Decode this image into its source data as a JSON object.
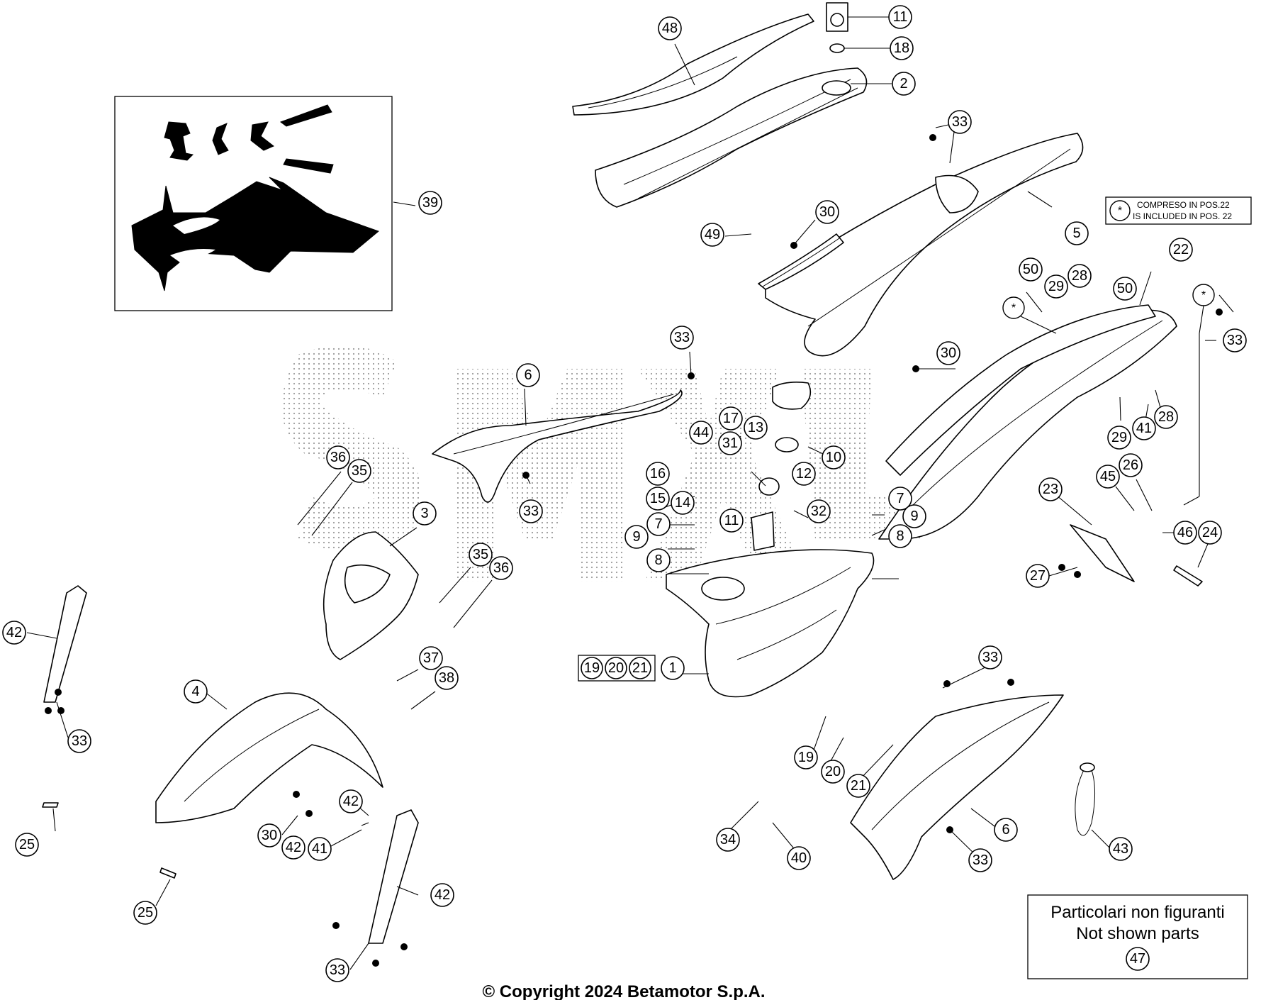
{
  "copyright": "© Copyright 2024 Betamotor S.p.A.",
  "note": {
    "symbol": "*",
    "line1": "COMPRESO IN POS.22",
    "line2": "IS INCLUDED IN POS. 22"
  },
  "not_shown": {
    "line1": "Particolari non figuranti",
    "line2": "Not shown parts",
    "ref": "47"
  },
  "callouts": {
    "c11a": "11",
    "c18": "18",
    "c2": "2",
    "c48": "48",
    "c33a": "33",
    "c5": "5",
    "c30a": "30",
    "c49": "49",
    "c39": "39",
    "c22": "22",
    "c50a": "50",
    "c29a": "29",
    "c28a": "28",
    "c50b": "50",
    "c33b": "33",
    "c30b": "30",
    "c33c": "33",
    "c6a": "6",
    "c33d": "33",
    "c17": "17",
    "c13": "13",
    "c44": "44",
    "c31": "31",
    "c12": "12",
    "c10": "10",
    "c16": "16",
    "c15": "15",
    "c14": "14",
    "c7a": "7",
    "c9a": "9",
    "c11b": "11",
    "c32": "32",
    "c7b": "7",
    "c9b": "9",
    "c8a": "8",
    "c8b": "8",
    "c29b": "29",
    "c41a": "41",
    "c28b": "28",
    "c23": "23",
    "c45": "45",
    "c26": "26",
    "c46": "46",
    "c24": "24",
    "c27": "27",
    "c36a": "36",
    "c35a": "35",
    "c3": "3",
    "c35b": "35",
    "c36b": "36",
    "c37": "37",
    "c38": "38",
    "c42a": "42",
    "c33e": "33",
    "c4": "4",
    "c19a": "19",
    "c20a": "20",
    "c21a": "21",
    "c1": "1",
    "c33f": "33",
    "c19b": "19",
    "c20b": "20",
    "c21b": "21",
    "c6b": "6",
    "c34": "34",
    "c40": "40",
    "c33g": "33",
    "c43": "43",
    "c25a": "25",
    "c25b": "25",
    "c30c": "30",
    "c42b": "42",
    "c41b": "41",
    "c42c": "42",
    "c42d": "42",
    "c33h": "33"
  }
}
